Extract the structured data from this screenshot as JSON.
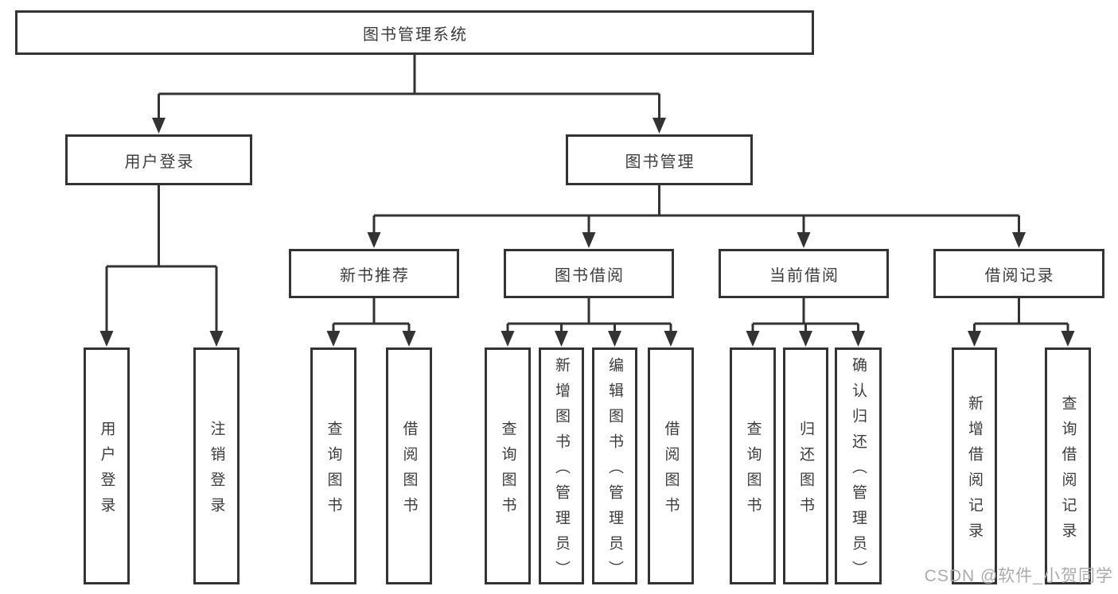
{
  "diagram": {
    "root": {
      "label": "图书管理系统"
    },
    "level1": [
      {
        "label": "用户登录"
      },
      {
        "label": "图书管理"
      }
    ],
    "level2": [
      {
        "label": "新书推荐"
      },
      {
        "label": "图书借阅"
      },
      {
        "label": "当前借阅"
      },
      {
        "label": "借阅记录"
      }
    ],
    "leaves": [
      {
        "label": "用户登录"
      },
      {
        "label": "注销登录"
      },
      {
        "label": "查询图书"
      },
      {
        "label": "借阅图书"
      },
      {
        "label": "查询图书"
      },
      {
        "label": "新增图书（管理员）"
      },
      {
        "label": "编辑图书（管理员）"
      },
      {
        "label": "借阅图书"
      },
      {
        "label": "查询图书"
      },
      {
        "label": "归还图书"
      },
      {
        "label": "确认归还（管理员）"
      },
      {
        "label": "新增借阅记录"
      },
      {
        "label": "查询借阅记录"
      }
    ]
  },
  "watermark": {
    "text": "CSDN @软件_小贺同学"
  },
  "colors": {
    "line": "#333333",
    "box_border": "#333333",
    "box_fill": "#ffffff",
    "text": "#3c3c3c",
    "watermark": "#ababab"
  }
}
